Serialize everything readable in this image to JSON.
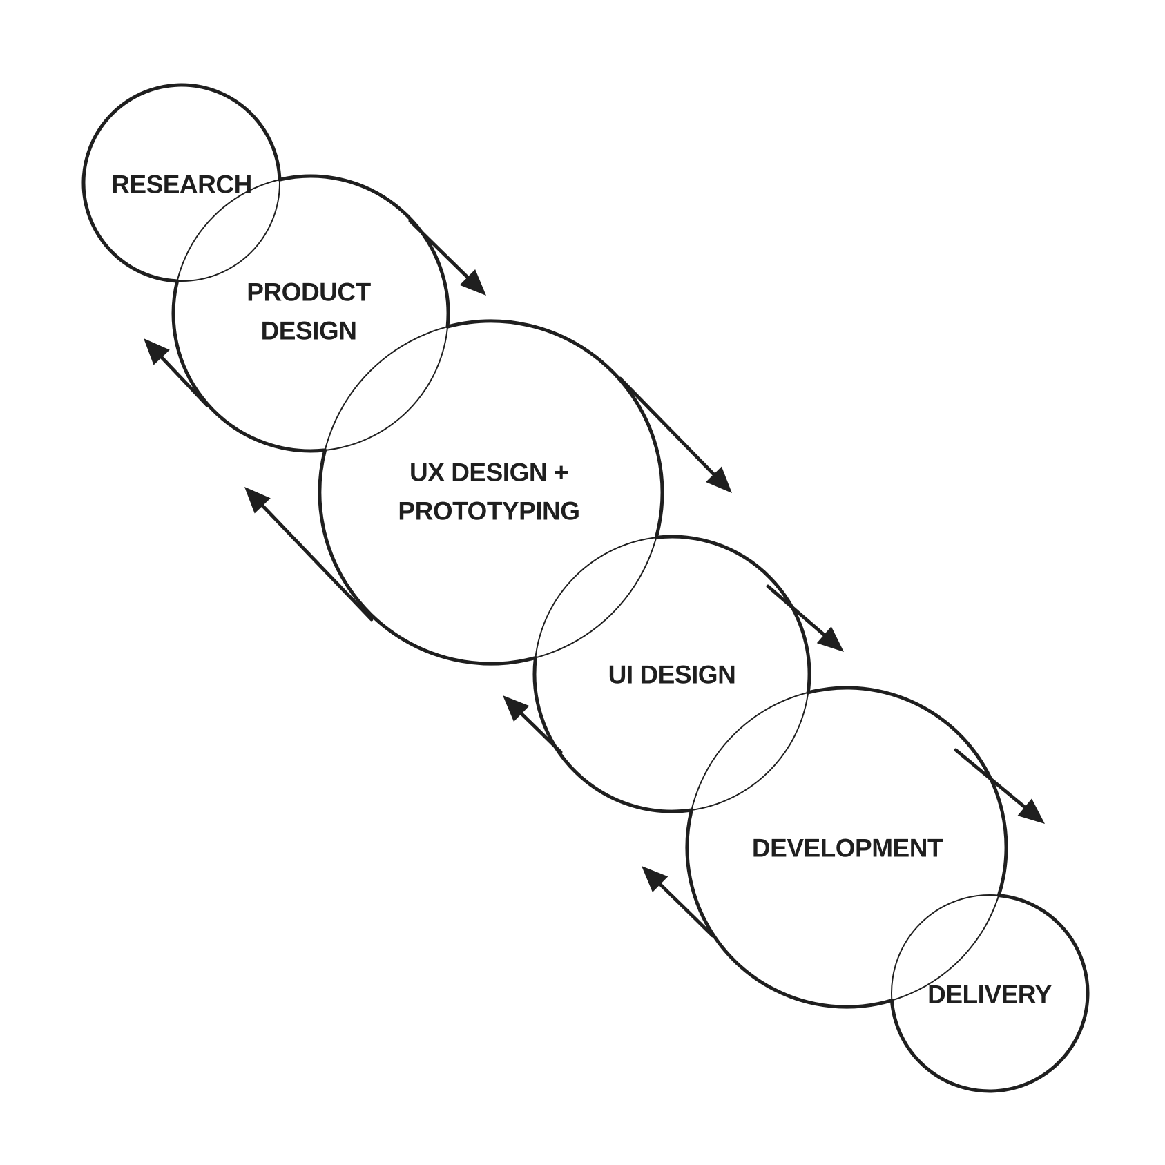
{
  "diagram": {
    "ink_color": "#1f1f1f",
    "background_color": "#ffffff",
    "stages": [
      {
        "id": "research",
        "lines": [
          "RESEARCH"
        ]
      },
      {
        "id": "product-design",
        "lines": [
          "PRODUCT",
          "DESIGN"
        ]
      },
      {
        "id": "ux-design-prototyping",
        "lines": [
          "UX DESIGN +",
          "PROTOTYPING"
        ]
      },
      {
        "id": "ui-design",
        "lines": [
          "UI DESIGN"
        ]
      },
      {
        "id": "development",
        "lines": [
          "DEVELOPMENT"
        ]
      },
      {
        "id": "delivery",
        "lines": [
          "DELIVERY"
        ]
      }
    ],
    "forward_arrows": [
      {
        "from": "product-design",
        "direction": "down-right"
      },
      {
        "from": "ux-design-prototyping",
        "direction": "down-right"
      },
      {
        "from": "ui-design",
        "direction": "down-right"
      },
      {
        "from": "development",
        "direction": "down-right"
      }
    ],
    "backward_arrows": [
      {
        "from": "product-design",
        "direction": "up-left"
      },
      {
        "from": "ux-design-prototyping",
        "direction": "up-left"
      },
      {
        "from": "ui-design",
        "direction": "up-left"
      },
      {
        "from": "development",
        "direction": "up-left"
      }
    ]
  }
}
